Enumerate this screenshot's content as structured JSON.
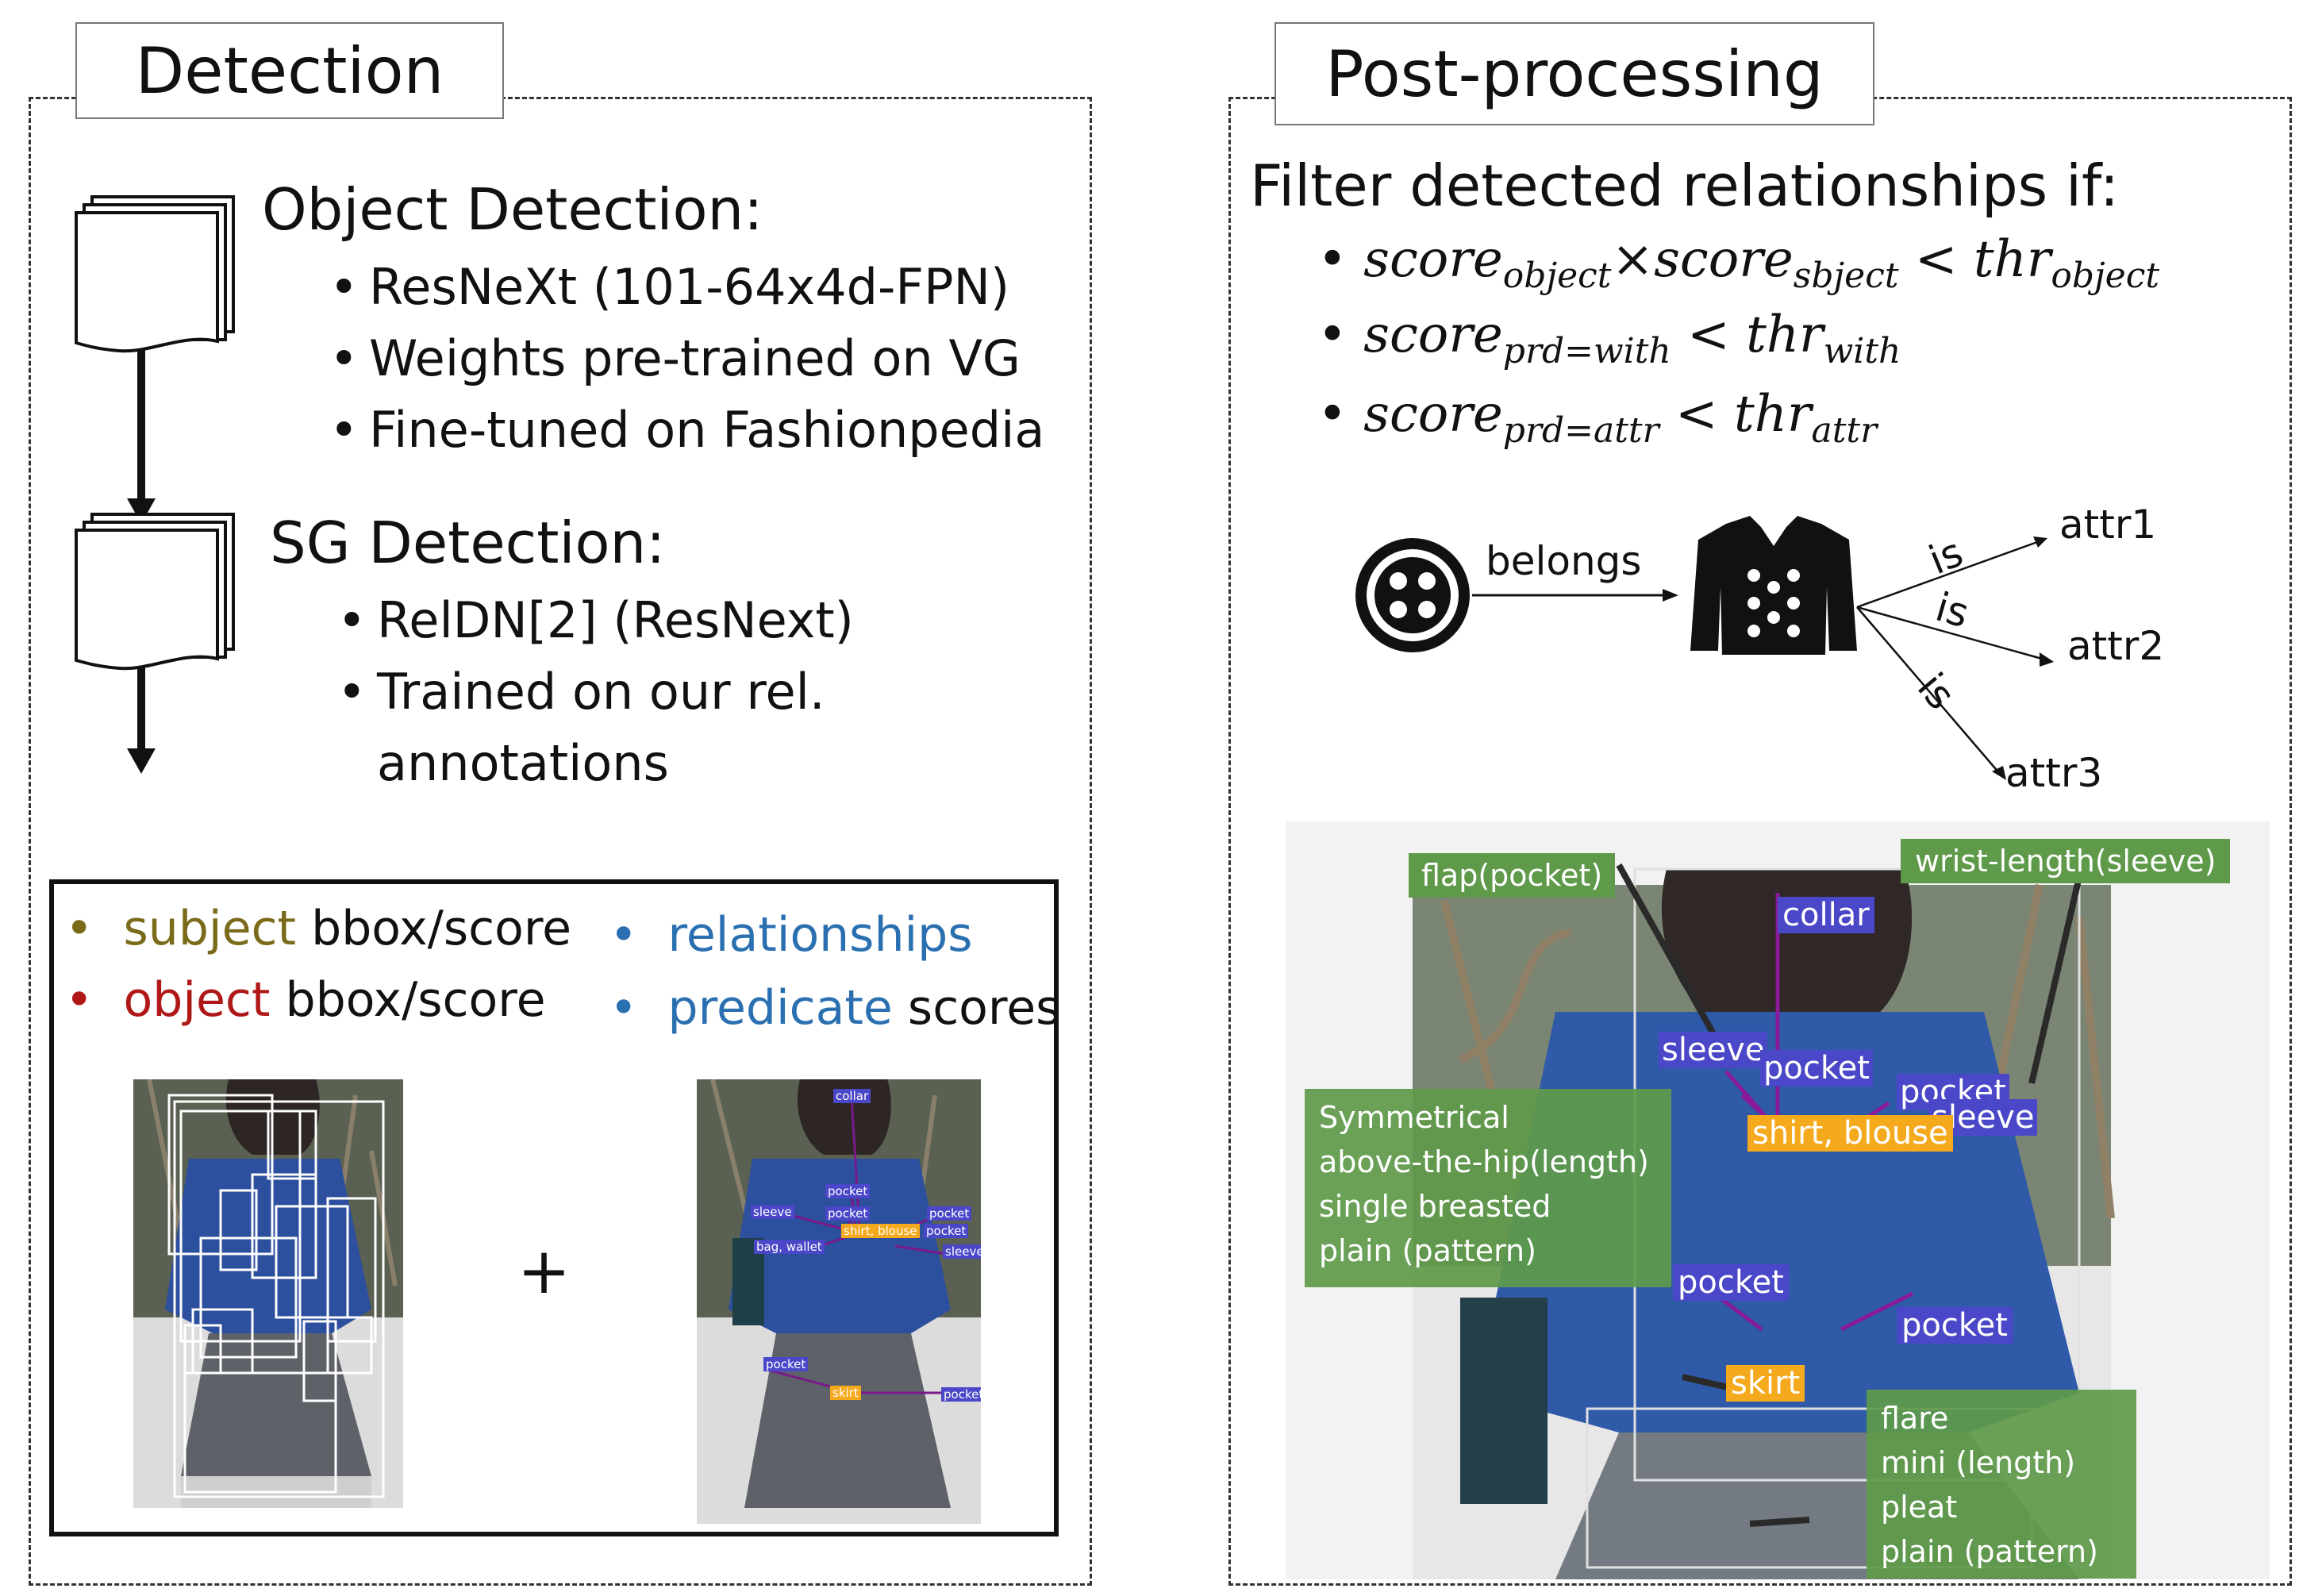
{
  "detection": {
    "title": "Detection",
    "object_detection": {
      "heading": "Object Detection:",
      "bullets": [
        "ResNeXt (101-64x4d-FPN)",
        "Weights pre-trained on VG",
        "Fine-tuned on Fashionpedia"
      ]
    },
    "sg_detection": {
      "heading": "SG Detection:",
      "bullets": [
        "RelDN[2] (ResNext)",
        "Trained on our rel.",
        "annotations"
      ]
    },
    "legend": {
      "subject": {
        "word": "subject",
        "rest": " bbox/score",
        "color": "#7a6a1a"
      },
      "object": {
        "word": "object",
        "rest": " bbox/score",
        "color": "#b01818"
      },
      "relationships": {
        "word": "relationships",
        "color": "#2a6fb0"
      },
      "predicate": {
        "word": "predicate",
        "rest": " scores",
        "color": "#2a6fb0"
      },
      "plus": "+"
    },
    "small_tags": {
      "collar": "collar",
      "pocket1": "pocket",
      "pocket2": "pocket",
      "pocket3": "pocket",
      "sleeve1": "sleeve",
      "shirt": "shirt, blouse",
      "pocket4": "pocket",
      "bag": "bag, wallet",
      "sleeve2": "sleeve",
      "pocket5": "pocket",
      "skirt": "skirt",
      "pocket6": "pocket"
    }
  },
  "postprocessing": {
    "title": "Post-processing",
    "heading": "Filter detected relationships if:",
    "conditions": [
      {
        "a": "score",
        "a_sub": "object",
        "op1": "×",
        "b": "score",
        "b_sub": "sbject",
        "op2": " < ",
        "c": "thr",
        "c_sub": "object"
      },
      {
        "a": "score",
        "a_sub": "prd=with",
        "op2": " < ",
        "c": "thr",
        "c_sub": "with"
      },
      {
        "a": "score",
        "a_sub": "prd=attr",
        "op2": " < ",
        "c": "thr",
        "c_sub": "attr"
      }
    ],
    "graph": {
      "edge_belongs": "belongs",
      "edge_is": "is",
      "attr1": "attr1",
      "attr2": "attr2",
      "attr3": "attr3"
    },
    "tags": {
      "flap": "flap(pocket)",
      "wrist": "wrist-length(sleeve)",
      "collar": "collar",
      "sleeve": "sleeve",
      "pocket1": "pocket",
      "pocket2": "pocket",
      "sleeve2": "sleeve",
      "shirt": "shirt, blouse",
      "pocket3": "pocket",
      "pocket4": "pocket",
      "skirt": "skirt"
    },
    "shirt_attrs": [
      "Symmetrical",
      "above-the-hip(length)",
      "single breasted",
      "plain (pattern)"
    ],
    "skirt_attrs": [
      "flare",
      "mini (length)",
      "pleat",
      "plain (pattern)"
    ]
  },
  "colors": {
    "dash_border": "#333333",
    "tag_blue": "#4a47c8",
    "tag_orange": "#f5a91c",
    "tag_green": "#5e9a4a",
    "rel_line": "#7a1a8a"
  }
}
